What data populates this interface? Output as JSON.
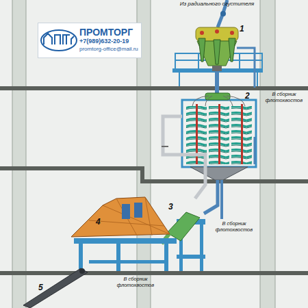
{
  "diagram": {
    "nodes": [
      {
        "text": [
          "ПРОМТОРГ",
          "+7(989)632-20-19",
          "promtorg-office@mail.ru"
        ]
      }
    ],
    "labels": [
      "Из радиального сгустителя",
      "1",
      "2",
      "3",
      "4",
      "5",
      "В сборник флотохвостов",
      "В сборник флотохвостов",
      "В сборник флотохвостов"
    ]
  }
}
